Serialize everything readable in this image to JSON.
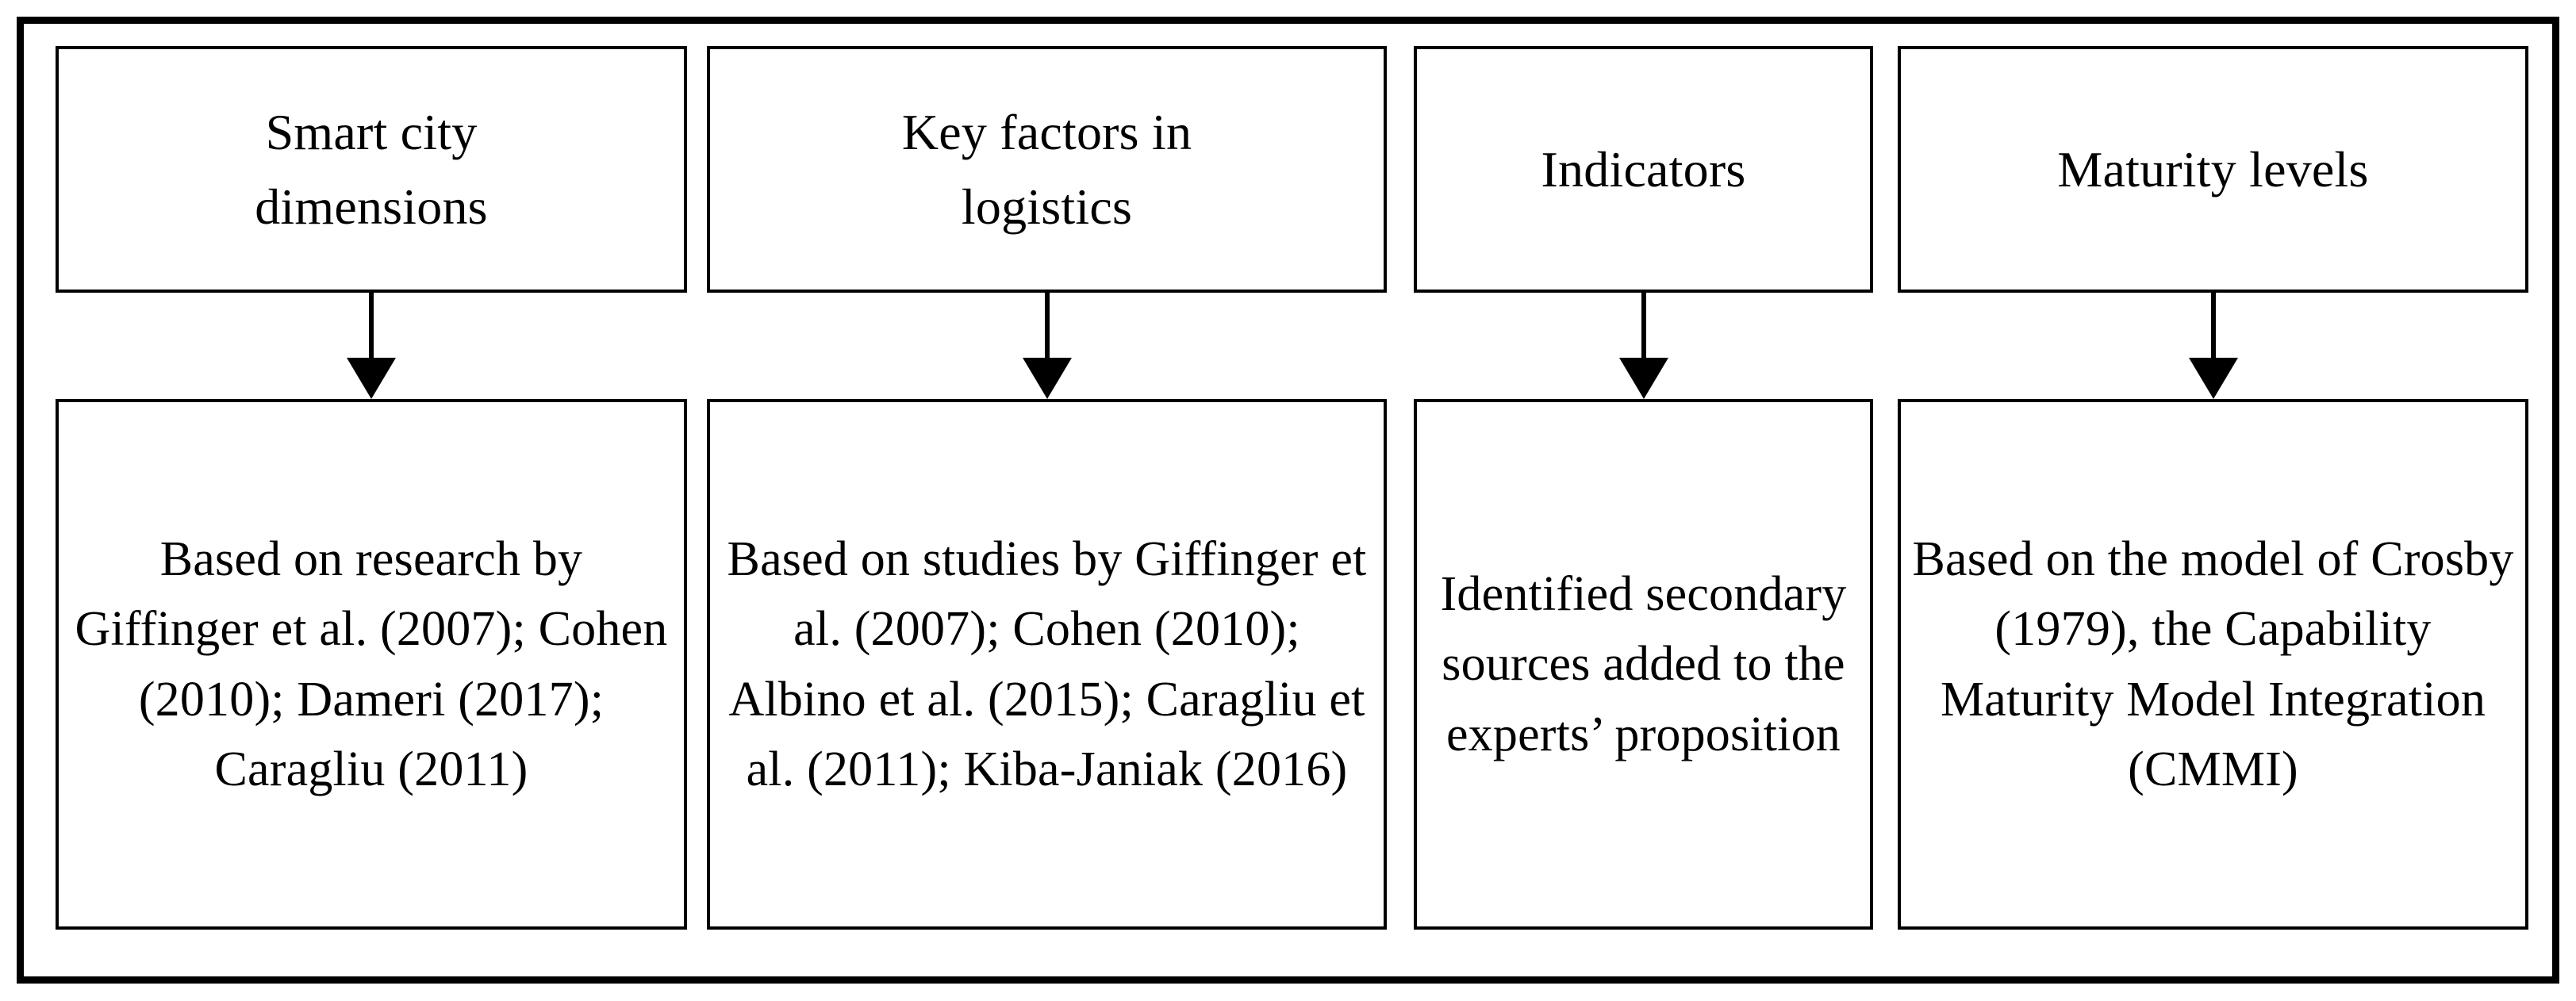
{
  "figure": {
    "type": "flow-diagram",
    "orientation": "4-column top-to-bottom",
    "background_color": "#ffffff",
    "line_color": "#000000",
    "outer_frame": true
  },
  "columns": [
    {
      "id": "smart-city-dimensions",
      "top_label": "Smart city\ndimensions",
      "arrow": "down-arrow",
      "bottom_label": "Based on research by Giffinger et al. (2007); Cohen (2010); Dameri (2017); Caragliu (2011)"
    },
    {
      "id": "key-factors-logistics",
      "top_label": "Key factors in\nlogistics",
      "arrow": "down-arrow",
      "bottom_label": "Based on studies by Giffinger et al. (2007); Cohen (2010); Albino et al. (2015); Caragliu et al. (2011); Kiba-Janiak (2016)"
    },
    {
      "id": "indicators",
      "top_label": "Indicators",
      "arrow": "down-arrow",
      "bottom_label": "Identified secondary sources added to the experts’ proposition"
    },
    {
      "id": "maturity-levels",
      "top_label": "Maturity levels",
      "arrow": "down-arrow",
      "bottom_label": "Based on the model of Crosby (1979), the Capability Maturity Model Integration (CMMI)"
    }
  ]
}
